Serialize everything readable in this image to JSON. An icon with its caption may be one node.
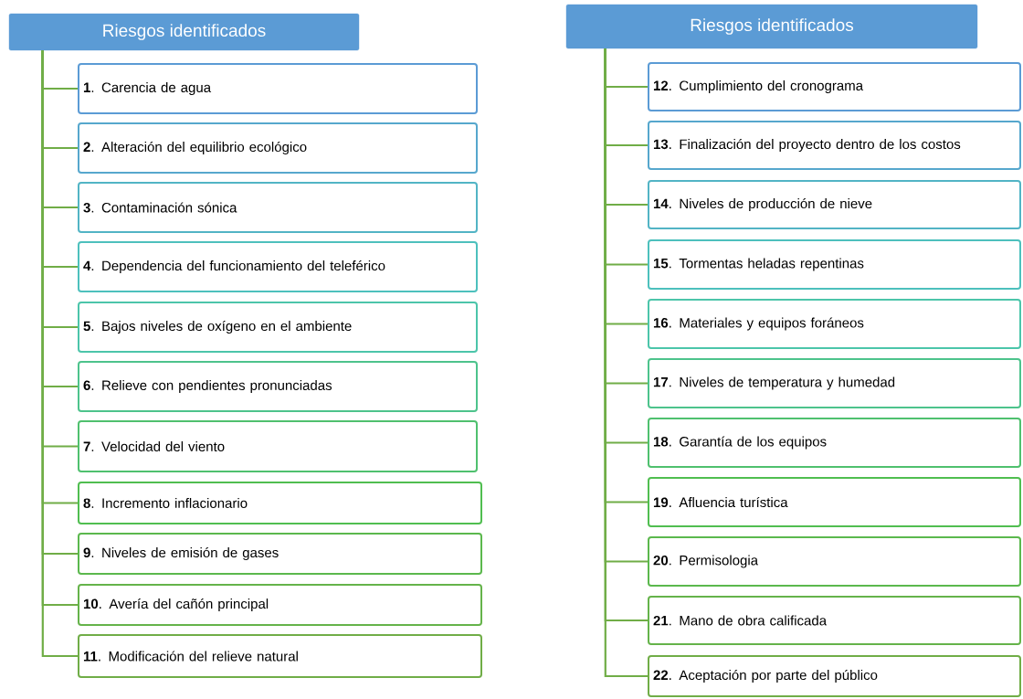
{
  "diagram": {
    "nodes": [
      {
        "text": [
          "Riesgos identificados"
        ]
      },
      {
        "text": [
          "**1**. Carencia de agua"
        ]
      },
      {
        "text": [
          "**2**. Alteración del equilibrio ecológico"
        ]
      },
      {
        "text": [
          "**3**. Contaminación sónica"
        ]
      },
      {
        "text": [
          "**4**. Dependencia del funcionamiento del teleférico"
        ]
      },
      {
        "text": [
          "**5**. Bajos niveles de oxígeno en el ambiente"
        ]
      },
      {
        "text": [
          "**6**. Relieve con pendientes pronunciadas"
        ]
      },
      {
        "text": [
          "**7**. Velocidad del viento"
        ]
      },
      {
        "text": [
          "**8**. Incremento inflacionario"
        ]
      },
      {
        "text": [
          "**9**. Niveles de emisión de gases"
        ]
      },
      {
        "text": [
          "**10**. Avería del cañón principal"
        ]
      },
      {
        "text": [
          "**11**. Modificación del relieve natural"
        ]
      },
      {
        "text": [
          "Riesgos identificados"
        ]
      },
      {
        "text": [
          "**12**. Cumplimiento del cronograma"
        ]
      },
      {
        "text": [
          "**13**. Finalización del proyecto dentro de los costos"
        ]
      },
      {
        "text": [
          "**14**. Niveles de producción de nieve"
        ]
      },
      {
        "text": [
          "**15**. Tormentas heladas repentinas"
        ]
      },
      {
        "text": [
          "**16**. Materiales y equipos foráneos"
        ]
      },
      {
        "text": [
          "**17**. Niveles de temperatura y humedad"
        ]
      },
      {
        "text": [
          "**18**. Garantía de los equipos"
        ]
      },
      {
        "text": [
          "**19**. Afluencia turística"
        ]
      },
      {
        "text": [
          "**20**. Permisologia"
        ]
      },
      {
        "text": [
          "**21**. Mano de obra calificada"
        ]
      },
      {
        "text": [
          "**22**. Aceptación por parte del público"
        ]
      }
    ],
    "edges": [
      {
        "from": 0,
        "to": 1,
        "arrow": "none"
      },
      {
        "from": 0,
        "to": 2,
        "arrow": "none"
      },
      {
        "from": 0,
        "to": 3,
        "arrow": "none"
      },
      {
        "from": 0,
        "to": 4,
        "arrow": "none"
      },
      {
        "from": 0,
        "to": 5,
        "arrow": "none"
      },
      {
        "from": 0,
        "to": 6,
        "arrow": "none"
      },
      {
        "from": 0,
        "to": 7,
        "arrow": "none"
      },
      {
        "from": 0,
        "to": 8,
        "arrow": "none"
      },
      {
        "from": 0,
        "to": 9,
        "arrow": "none"
      },
      {
        "from": 0,
        "to": 10,
        "arrow": "none"
      },
      {
        "from": 0,
        "to": 11,
        "arrow": "none"
      },
      {
        "from": 12,
        "to": 13,
        "arrow": "none"
      },
      {
        "from": 12,
        "to": 14,
        "arrow": "none"
      },
      {
        "from": 12,
        "to": 15,
        "arrow": "none"
      },
      {
        "from": 12,
        "to": 16,
        "arrow": "none"
      },
      {
        "from": 12,
        "to": 17,
        "arrow": "none"
      },
      {
        "from": 12,
        "to": 18,
        "arrow": "none"
      },
      {
        "from": 12,
        "to": 19,
        "arrow": "none"
      },
      {
        "from": 12,
        "to": 20,
        "arrow": "none"
      },
      {
        "from": 12,
        "to": 21,
        "arrow": "none"
      },
      {
        "from": 12,
        "to": 22,
        "arrow": "none"
      },
      {
        "from": 12,
        "to": 23,
        "arrow": "none"
      }
    ]
  }
}
